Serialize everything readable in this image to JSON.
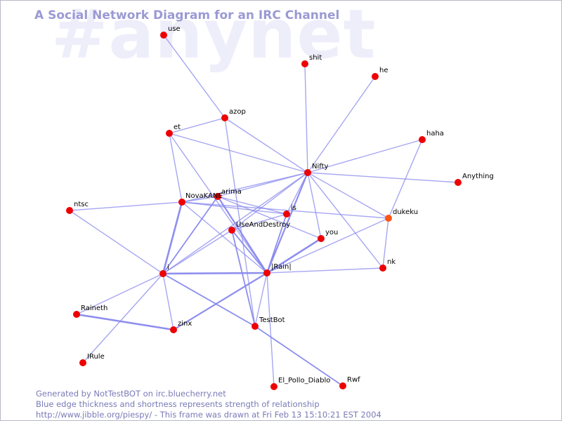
{
  "watermark": "#anynet",
  "title": "A Social Network Diagram for an IRC Channel",
  "footer": {
    "line1": "Generated by NotTestBOT on irc.bluecherry.net",
    "line2": "Blue edge thickness and shortness represents strength of relationship",
    "line3": "http://www.jibble.org/piespy/ - This frame was drawn at Fri Feb 13 15:10:21 EST 2004"
  },
  "colors": {
    "node": "#ee0000",
    "node_highlight": "#ff5511",
    "edge": "#8888ee"
  },
  "nodes": [
    {
      "id": "use",
      "label": "use"
    },
    {
      "id": "shit",
      "label": "shit"
    },
    {
      "id": "he",
      "label": "he"
    },
    {
      "id": "azop",
      "label": "azop"
    },
    {
      "id": "et",
      "label": "et"
    },
    {
      "id": "haha",
      "label": "haha"
    },
    {
      "id": "Nifty",
      "label": "Nifty"
    },
    {
      "id": "Anything",
      "label": "Anything"
    },
    {
      "id": "arima",
      "label": "arima"
    },
    {
      "id": "NovaKANE",
      "label": "NovaKANE"
    },
    {
      "id": "ntsc",
      "label": "ntsc"
    },
    {
      "id": "is",
      "label": "is"
    },
    {
      "id": "dukeku",
      "label": "dukeku",
      "highlight": true
    },
    {
      "id": "UseAndDestroy",
      "label": "UseAndDestroy"
    },
    {
      "id": "you",
      "label": "you"
    },
    {
      "id": "nk",
      "label": "nk"
    },
    {
      "id": "i",
      "label": "i"
    },
    {
      "id": "Rain",
      "label": "|Rain|"
    },
    {
      "id": "Raineth",
      "label": "Raineth"
    },
    {
      "id": "TestBot",
      "label": "TestBot"
    },
    {
      "id": "zinx",
      "label": "zinx"
    },
    {
      "id": "IRule",
      "label": "IRule"
    },
    {
      "id": "El_Pollo_Diablo",
      "label": "El_Pollo_Diablo"
    },
    {
      "id": "Rwf",
      "label": "Rwf"
    }
  ],
  "edges": [
    {
      "from": "use",
      "to": "azop",
      "weight": 1
    },
    {
      "from": "azop",
      "to": "et",
      "weight": 1
    },
    {
      "from": "azop",
      "to": "Nifty",
      "weight": 1
    },
    {
      "from": "azop",
      "to": "TestBot",
      "weight": 1
    },
    {
      "from": "et",
      "to": "Nifty",
      "weight": 1
    },
    {
      "from": "et",
      "to": "NovaKANE",
      "weight": 1
    },
    {
      "from": "et",
      "to": "Rain",
      "weight": 1
    },
    {
      "from": "shit",
      "to": "Nifty",
      "weight": 1
    },
    {
      "from": "he",
      "to": "Nifty",
      "weight": 1
    },
    {
      "from": "haha",
      "to": "Nifty",
      "weight": 1
    },
    {
      "from": "haha",
      "to": "dukeku",
      "weight": 1
    },
    {
      "from": "Nifty",
      "to": "Anything",
      "weight": 1
    },
    {
      "from": "Nifty",
      "to": "NovaKANE",
      "weight": 1
    },
    {
      "from": "Nifty",
      "to": "arima",
      "weight": 1
    },
    {
      "from": "Nifty",
      "to": "is",
      "weight": 1
    },
    {
      "from": "Nifty",
      "to": "UseAndDestroy",
      "weight": 1
    },
    {
      "from": "Nifty",
      "to": "you",
      "weight": 1
    },
    {
      "from": "Nifty",
      "to": "nk",
      "weight": 1
    },
    {
      "from": "Nifty",
      "to": "Rain",
      "weight": 2
    },
    {
      "from": "Nifty",
      "to": "i",
      "weight": 1
    },
    {
      "from": "Nifty",
      "to": "dukeku",
      "weight": 1
    },
    {
      "from": "ntsc",
      "to": "NovaKANE",
      "weight": 1
    },
    {
      "from": "ntsc",
      "to": "i",
      "weight": 1
    },
    {
      "from": "NovaKANE",
      "to": "i",
      "weight": 2.5
    },
    {
      "from": "NovaKANE",
      "to": "is",
      "weight": 1
    },
    {
      "from": "NovaKANE",
      "to": "Rain",
      "weight": 1
    },
    {
      "from": "NovaKANE",
      "to": "dukeku",
      "weight": 1
    },
    {
      "from": "NovaKANE",
      "to": "arima",
      "weight": 1
    },
    {
      "from": "arima",
      "to": "is",
      "weight": 1
    },
    {
      "from": "arima",
      "to": "Rain",
      "weight": 2
    },
    {
      "from": "arima",
      "to": "i",
      "weight": 1.5
    },
    {
      "from": "arima",
      "to": "you",
      "weight": 1
    },
    {
      "from": "is",
      "to": "Rain",
      "weight": 1.5
    },
    {
      "from": "is",
      "to": "UseAndDestroy",
      "weight": 1
    },
    {
      "from": "UseAndDestroy",
      "to": "i",
      "weight": 1
    },
    {
      "from": "UseAndDestroy",
      "to": "Rain",
      "weight": 1.5
    },
    {
      "from": "UseAndDestroy",
      "to": "TestBot",
      "weight": 1.5
    },
    {
      "from": "you",
      "to": "Rain",
      "weight": 2.5
    },
    {
      "from": "dukeku",
      "to": "Rain",
      "weight": 1
    },
    {
      "from": "dukeku",
      "to": "nk",
      "weight": 1
    },
    {
      "from": "nk",
      "to": "Rain",
      "weight": 1
    },
    {
      "from": "i",
      "to": "Rain",
      "weight": 2.5
    },
    {
      "from": "i",
      "to": "Raineth",
      "weight": 1
    },
    {
      "from": "i",
      "to": "zinx",
      "weight": 1
    },
    {
      "from": "i",
      "to": "IRule",
      "weight": 1
    },
    {
      "from": "i",
      "to": "TestBot",
      "weight": 1.5
    },
    {
      "from": "Raineth",
      "to": "zinx",
      "weight": 2.5
    },
    {
      "from": "zinx",
      "to": "Rain",
      "weight": 2
    },
    {
      "from": "Rain",
      "to": "TestBot",
      "weight": 1
    },
    {
      "from": "Rain",
      "to": "El_Pollo_Diablo",
      "weight": 1
    },
    {
      "from": "TestBot",
      "to": "Rwf",
      "weight": 1.5
    }
  ]
}
